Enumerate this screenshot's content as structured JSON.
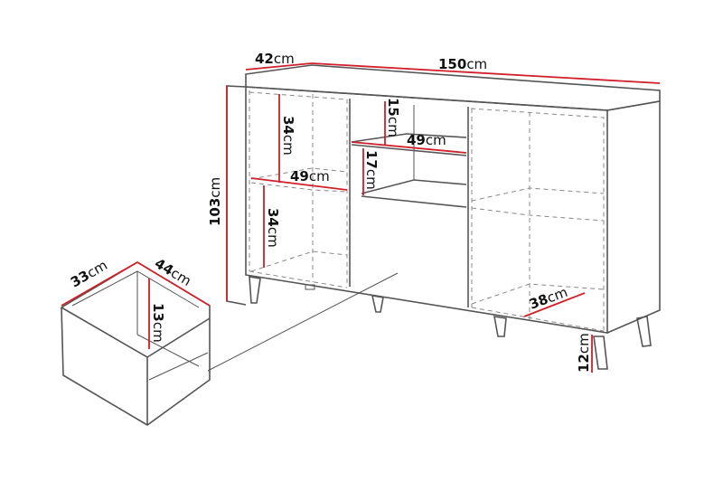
{
  "dimensions": {
    "depth": {
      "value": "42",
      "unit": "cm"
    },
    "width": {
      "value": "150",
      "unit": "cm"
    },
    "height": {
      "value": "103",
      "unit": "cm"
    },
    "left_upper_height": {
      "value": "34",
      "unit": "cm"
    },
    "left_shelf_width": {
      "value": "49",
      "unit": "cm"
    },
    "left_lower_height": {
      "value": "34",
      "unit": "cm"
    },
    "mid_top_height": {
      "value": "15",
      "unit": "cm"
    },
    "mid_shelf_width": {
      "value": "49",
      "unit": "cm"
    },
    "mid_lower_height": {
      "value": "17",
      "unit": "cm"
    },
    "right_depth": {
      "value": "38",
      "unit": "cm"
    },
    "leg_height": {
      "value": "12",
      "unit": "cm"
    },
    "drawer_depth": {
      "value": "33",
      "unit": "cm"
    },
    "drawer_width": {
      "value": "44",
      "unit": "cm"
    },
    "drawer_height": {
      "value": "13",
      "unit": "cm"
    }
  },
  "colors": {
    "dimension_line": "#d0202a",
    "outline": "#555555"
  }
}
